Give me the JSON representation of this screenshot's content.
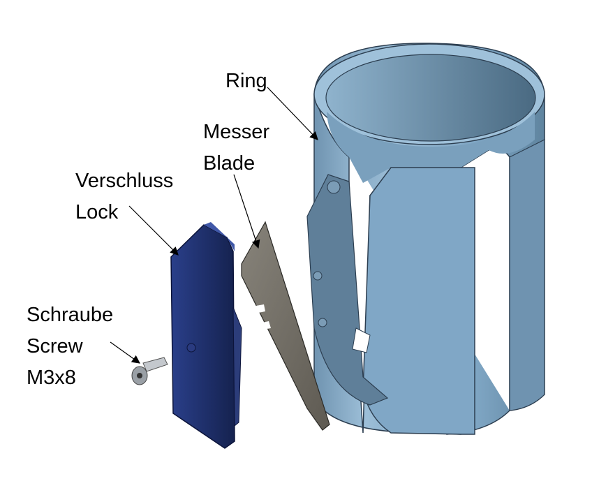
{
  "labels": {
    "ring": "Ring",
    "blade_de": "Messer",
    "blade_en": "Blade",
    "lock_de": "Verschluss",
    "lock_en": "Lock",
    "screw_de": "Schraube",
    "screw_en": "Screw",
    "screw_size": "M3x8"
  },
  "colors": {
    "ring": "#7fa6c4",
    "ring_light": "#a9c7de",
    "ring_dark": "#4f6f88",
    "lock": "#1e2f6e",
    "blade": "#6e6a60",
    "screw": "#b8bcc2"
  }
}
